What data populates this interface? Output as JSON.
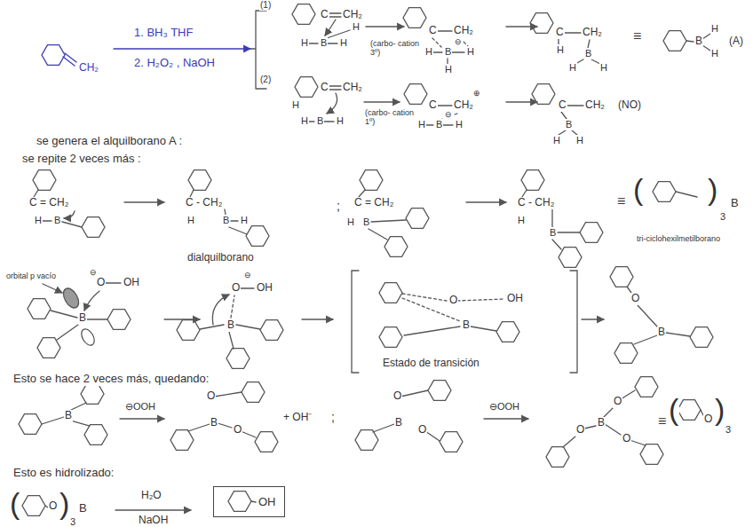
{
  "diagram": {
    "nodes": [
      {
        "text": [
          "OH"
        ]
      }
    ],
    "labels": [
      "1. BH₃ THF",
      "2. H₂O₂ , NaOH",
      "CH₂",
      "(1)",
      "(2)",
      "C",
      "CH₂",
      "H",
      "B",
      "H",
      "H",
      "C",
      "CH₂",
      "H",
      "B",
      "⊖",
      "H",
      "H",
      "(carbo- cation 3º)",
      "C",
      "CH₂",
      "H",
      "B",
      "H",
      "H",
      "≡",
      "B",
      "H",
      "H",
      "(A)",
      "C",
      "CH₂",
      "H",
      "H",
      "B",
      "H",
      "C",
      "CH₂",
      "⊕",
      "H",
      "B",
      "⊖",
      "H",
      "(carbo- cation 1º)",
      "C",
      "CH₂",
      "B",
      "H",
      "H",
      "(NO)",
      "se genera el alquilborano A :",
      "se repite 2 veces más :",
      "C = CH₂",
      "H",
      "B",
      "C - CH₂",
      "H",
      "B",
      "H",
      "dialquilborano",
      ";",
      "C = CH₂",
      "H",
      "B",
      "C - CH₂",
      "H",
      "B",
      "≡",
      "(",
      ")",
      "3",
      "B",
      "tri-ciclohexilmetilborano",
      "orbital p vacío",
      "⊖",
      "O",
      "OH",
      "B",
      "O",
      "⊖",
      "OH",
      "B",
      "O",
      "OH",
      "B",
      "Estado de transición",
      "O",
      "B",
      "Esto se hace 2 veces más, quedando:",
      "B",
      "⊖OOH",
      "O",
      "B",
      "O",
      "+ OH⁻",
      ";",
      "O",
      "B",
      "O",
      "⊖OOH",
      "O",
      "B",
      "O",
      "O",
      "≡",
      "(",
      "O",
      ")",
      "3",
      "Esto es hidrolizado:",
      "(",
      "O",
      ")",
      "3",
      "B",
      "H₂O",
      "NaOH"
    ]
  }
}
